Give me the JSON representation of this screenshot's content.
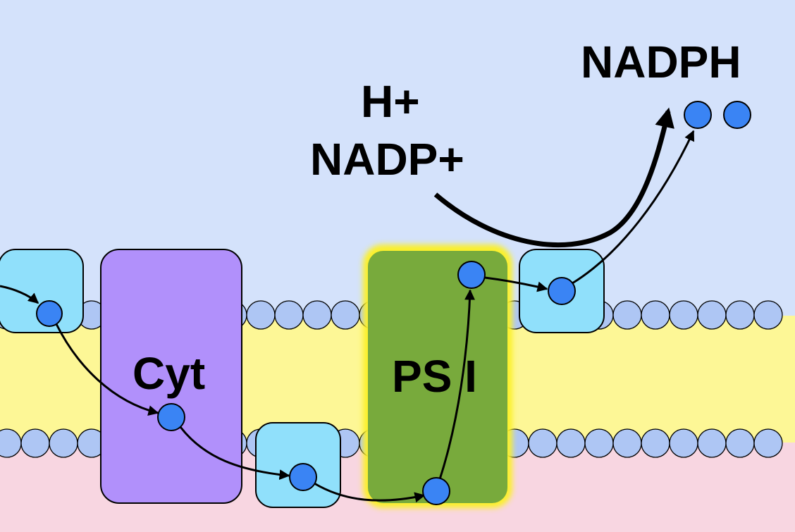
{
  "colors": {
    "stroma": "#d4e2fb",
    "membrane": "#fdf796",
    "lumen": "#f8d6e1",
    "lipid_head": "#aec6f4",
    "carrier": "#90e0fb",
    "cytochrome": "#b190fb",
    "photosystem": "#78aa3c",
    "glow": "#fbf02a",
    "electron": "#3a84f4"
  },
  "labels": {
    "cyt": "Cyt",
    "ps1": "PS I",
    "h_plus": "H+",
    "nadp_plus": "NADP+",
    "nadph": "NADPH"
  },
  "icons": {
    "electron": "electron-dot-icon",
    "arrow": "electron-flow-arrow-icon"
  }
}
